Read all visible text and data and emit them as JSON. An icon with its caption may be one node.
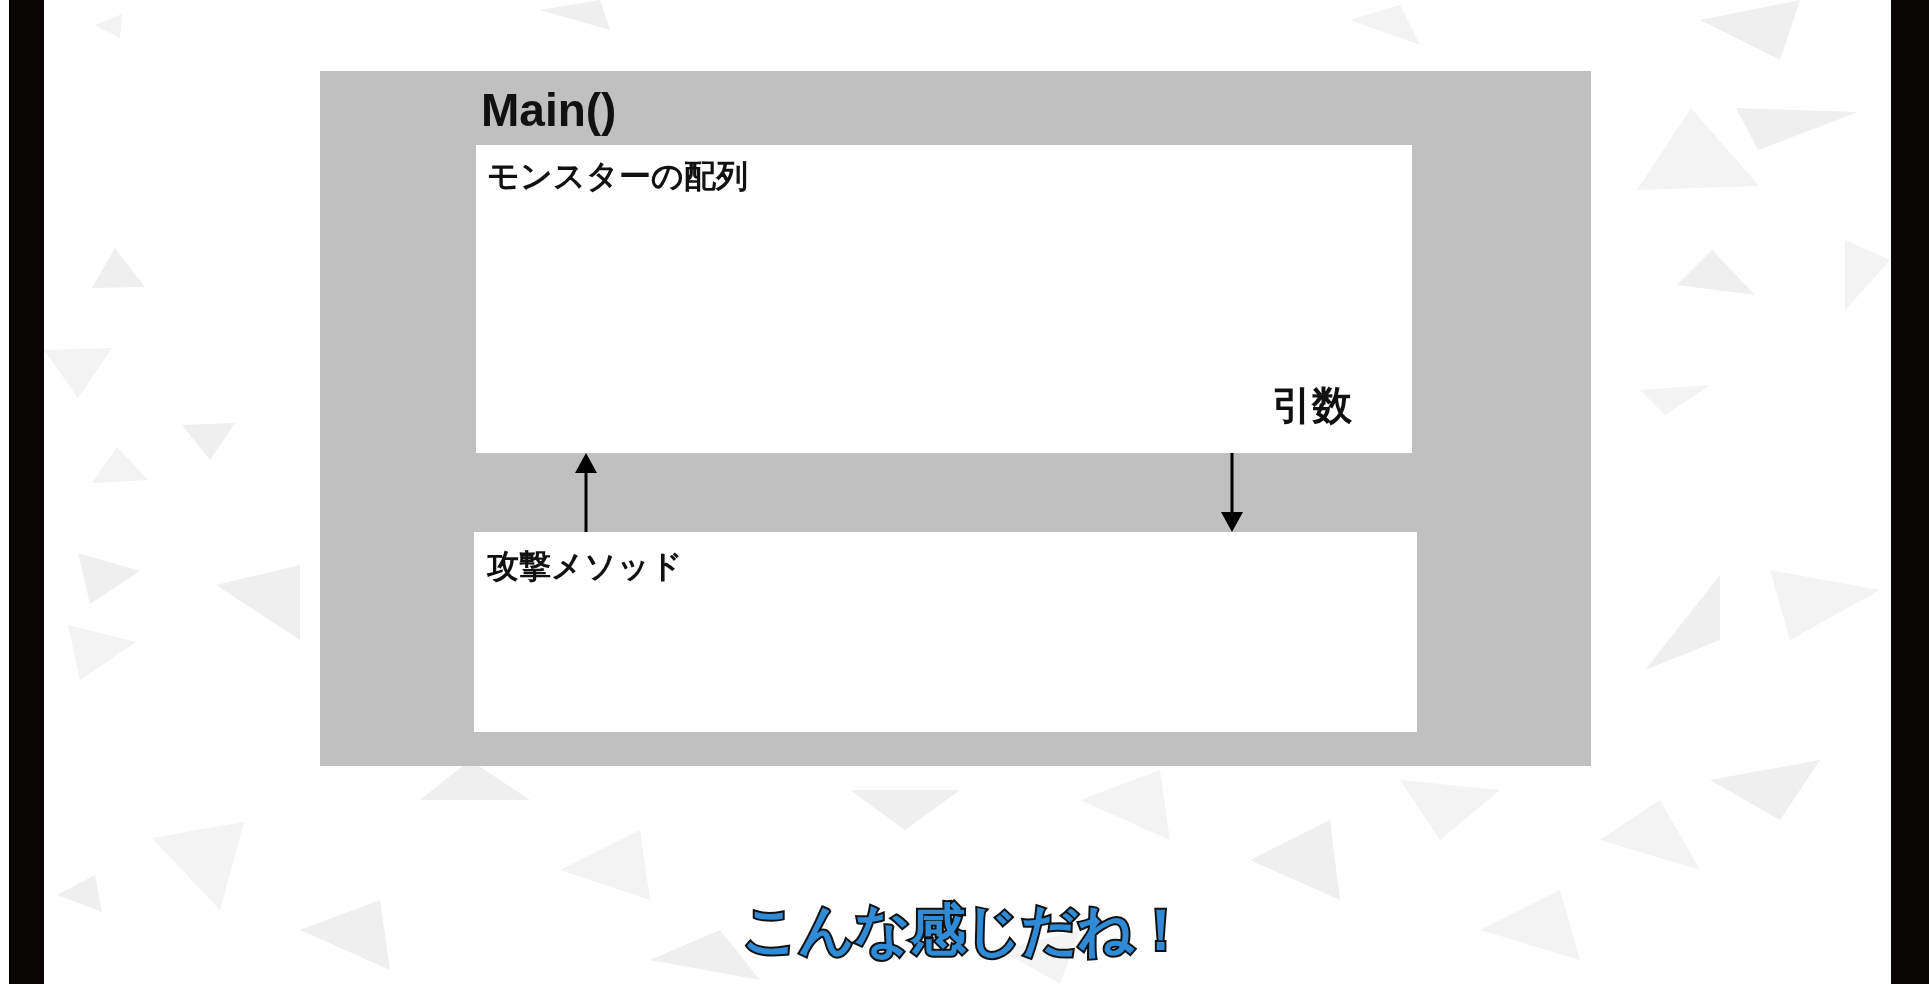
{
  "diagram": {
    "caption": "こんな感じだね！",
    "nodes": [
      {
        "text": [
          "Main()"
        ]
      },
      {
        "text": [
          "モンスターの配列"
        ],
        "in": 0
      },
      {
        "text": [
          "攻撃メソッド"
        ],
        "in": 0
      }
    ],
    "edges": [
      {
        "from": 2,
        "to": 1,
        "arrow": "to"
      },
      {
        "from": 1,
        "to": 2,
        "arrow": "to",
        "label": "引数"
      }
    ]
  }
}
